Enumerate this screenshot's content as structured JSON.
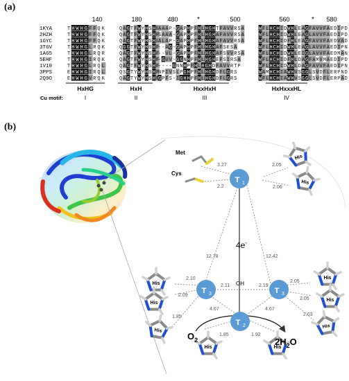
{
  "panel_a": {
    "label": "(a)",
    "positions": [
      "140",
      "180",
      "480",
      "500",
      "560",
      "580"
    ],
    "conserved_marks": [
      "*",
      "*"
    ],
    "pdb_ids": [
      "1KYA",
      "2HZH",
      "1GYC",
      "3T6V",
      "1A65",
      "5EHF",
      "1V10",
      "3PPS",
      "2Q9O"
    ],
    "blocks": [
      [
        "THWHGFFQK",
        "THWHGFFQK",
        "THWHGFFQK",
        "THWHGLRQK",
        "THWHGLRQR",
        "THWHGIRQK",
        "THWHGLRQL",
        "EHWHGIRQL",
        "EHWHGVRQK"
      ],
      [
        "QAGTFWYHSHF",
        "QAGTFWYHSHF",
        "QAGTFWYHSHL",
        "QGGTFWYHSHF",
        "QAGTFWYHSHF",
        "QAGTFWYHSHF",
        "QAGTFWYHSHF",
        "QSGTYWYHSHF",
        "QAGTYWYHSHF"
      ],
      [
        "AAAP-GAPHPFHLHGHTFAVVRSA",
        "SAAA-GAPHPFHLHGHAFAVVRSA",
        "ALAP-GAPHPFHLHGHAFAVVRSA",
        "--AG-GAPHPFHLHGHAFSESA",
        "--VL-GAPHPFHLHGHAFSVVRSA",
        "-GVV-GGNHPFHLHGHEFSIRSA",
        "----GNNHPFHLHGHDFAVVRTP",
        "NPIVSLPGHPFHLHGHDFLGRS",
        "GPFS-IGHHPFHLHGHDFLGRS"
      ],
      [
        "WFLHCHIDWHLEAGFAVVFAEDIPD",
        "WFLHCHIDWHLEAGLAVVFAEDIPD",
        "WFLHCHIDFHLEAGFAVVFAEDVAD",
        "WFLHCHIDWHLEAGLAVVFAEDIPN",
        "WFLHCHIDWHLEIGLAVVFAEDMAN",
        "WFLHCHIDFHLDAGFAMVMAEDIPD",
        "WFLHCHIDWHLDAGFAVVFAEDIPN",
        "WAMHCHIAWHVSGGLSVDFLERPND",
        "WFLHCHIAWHVSGGLSVDFLERPAD"
      ]
    ],
    "motifs": [
      "HxHG",
      "HxH",
      "HxxHxH",
      "HxHxxxHL"
    ],
    "cu_motif_label": "Cu motif:",
    "roman": [
      "I",
      "II",
      "III",
      "IV"
    ]
  },
  "panel_b": {
    "label": "(b)",
    "centers": {
      "t1": "T",
      "t1_sub": "1",
      "t3": "T",
      "t3_sub": "3",
      "t2": "T",
      "t2_sub": "2"
    },
    "ligand_met": "Met",
    "ligand_cys": "Cys",
    "his": "His",
    "electron_transfer": "4e",
    "electron_sup": "-",
    "bridge": "OH",
    "o2_text": "O",
    "o2_sub": "2",
    "water_text": "2H",
    "water_sub": "2",
    "water_o": "O",
    "distances": {
      "met_t1": "3.27",
      "cys_t1": "2.2",
      "his_a_t1": "2.05",
      "his_b_t1": "2.06",
      "t1_t3l": "12.78",
      "t1_t3r": "12.42",
      "hisL1": "2.10",
      "hisL2": "2.09",
      "hisL3": "1.85",
      "t3l_oh": "2.11",
      "oh_t3r": "2.19",
      "hisR1": "2.05",
      "hisR2": "2.05",
      "hisR3": "2.03",
      "t3l_t2": "4.67",
      "t3r_t2": "4.67",
      "his_t2_l": "1.85",
      "his_t2_r": "1.92"
    }
  },
  "colors": {
    "copper": "#5b9bd5",
    "nitrogen": "#1f4fd6",
    "carbon": "#8a8a8a",
    "sulfur": "#e8d23a",
    "hydrogen": "#f4f4f4"
  }
}
